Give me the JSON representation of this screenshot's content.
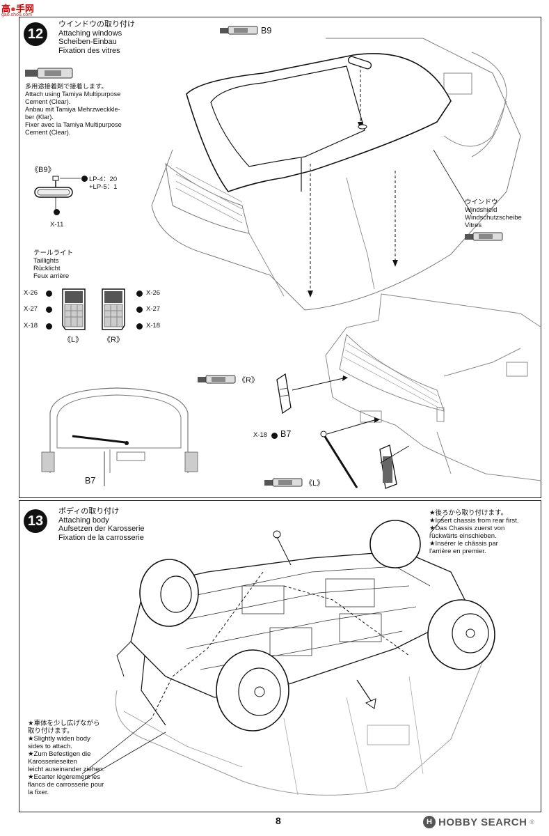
{
  "watermark": {
    "brand_chars": "高",
    "brand_chars_2": "手网",
    "domain": "gao.shou.com"
  },
  "step12": {
    "number": "12",
    "title_jp": "ウインドウの取り付け",
    "title_en": "Attaching windows",
    "title_de": "Scheiben-Einbau",
    "title_fr": "Fixation des vitres",
    "cement_note": [
      "多用途接着剤で接着します。",
      "Attach using Tamiya Multipurpose",
      "Cement (Clear).",
      "Anbau mit Tamiya Mehrzweckkle-",
      "ber (Klar).",
      "Fixer avec la Tamiya Multipurpose",
      "Cement (Clear)."
    ],
    "b9_label": "B9",
    "b9_detail_title": "《B9》",
    "b9_paint_1": "LP-4：20",
    "b9_paint_2": "+LP-5：1",
    "b9_bottom": "X-11",
    "taillights": [
      "テールライト",
      "Taillights",
      "Rücklicht",
      "Feux arrière"
    ],
    "tail_left_labels": [
      "X-26",
      "X-27",
      "X-18"
    ],
    "tail_right_labels": [
      "X-26",
      "X-27",
      "X-18"
    ],
    "tail_left_caption": "《L》",
    "tail_right_caption": "《R》",
    "windshield": [
      "ウインドウ",
      "Windshield",
      "Windschutzscheibe",
      "Vitres"
    ],
    "callout_r": "《R》",
    "callout_l": "《L》",
    "b7_x18": "X-18",
    "b7_label": "B7",
    "rear_window_b7": "B7"
  },
  "step13": {
    "number": "13",
    "title_jp": "ボディの取り付け",
    "title_en": "Attaching body",
    "title_de": "Aufsetzen der Karosserie",
    "title_fr": "Fixation de la carrosserie",
    "rear_note": [
      "★後ろから取り付けます。",
      "★Insert chassis from rear first.",
      "★Das Chassis zuerst von",
      "rückwärts einschieben.",
      "★Insérer le châssis par",
      "l'arrière en premier."
    ],
    "widen_note": [
      "★車体を少し広げながら",
      "取り付けます。",
      "★Slightly widen body",
      "sides to attach.",
      "★Zum Befestigen die",
      "Karosserieseiten",
      "leicht auseinander ziehen.",
      "★Ecarter légèrement les",
      "flancs de carrosserie pour",
      "la fixer."
    ]
  },
  "footer": {
    "page_number": "8",
    "brand_badge": "H",
    "brand_text": "HOBBY SEARCH",
    "brand_small": "®"
  }
}
